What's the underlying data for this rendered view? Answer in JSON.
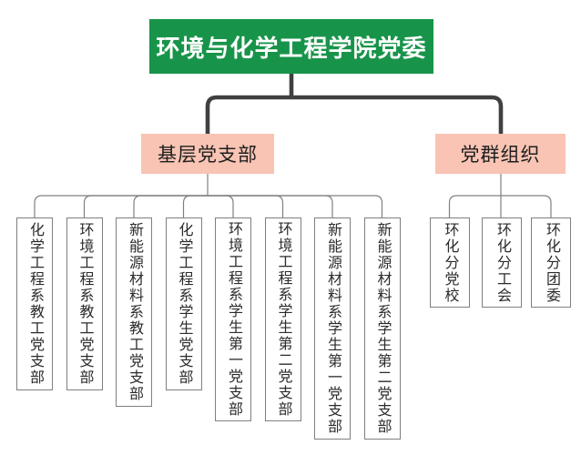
{
  "org": {
    "root": {
      "label": "环境与化学工程学院党委"
    },
    "branches": [
      {
        "label": "基层党支部",
        "children": [
          {
            "label": "化学工程系教工党支部"
          },
          {
            "label": "环境工程系教工党支部"
          },
          {
            "label": "新能源材料系教工党支部"
          },
          {
            "label": "化学工程系学生党支部"
          },
          {
            "label": "环境工程系学生第一党支部"
          },
          {
            "label": "环境工程系学生第二党支部"
          },
          {
            "label": "新能源材料系学生第一党支部"
          },
          {
            "label": "新能源材料系学生第二党支部"
          }
        ]
      },
      {
        "label": "党群组织",
        "children": [
          {
            "label": "环化分党校"
          },
          {
            "label": "环化分工会"
          },
          {
            "label": "环化分团委"
          }
        ]
      }
    ]
  },
  "colors": {
    "root_bg": "#18944a",
    "root_text": "#ffffff",
    "branch_bg": "#f9c4b4",
    "branch_text": "#1f1f1f",
    "leaf_bg": "#ffffff",
    "leaf_border": "#7f7f7f",
    "leaf_text": "#2b2b2b",
    "connector_thick": "#404040",
    "connector_thin": "#808080",
    "canvas_bg": "#ffffff"
  }
}
